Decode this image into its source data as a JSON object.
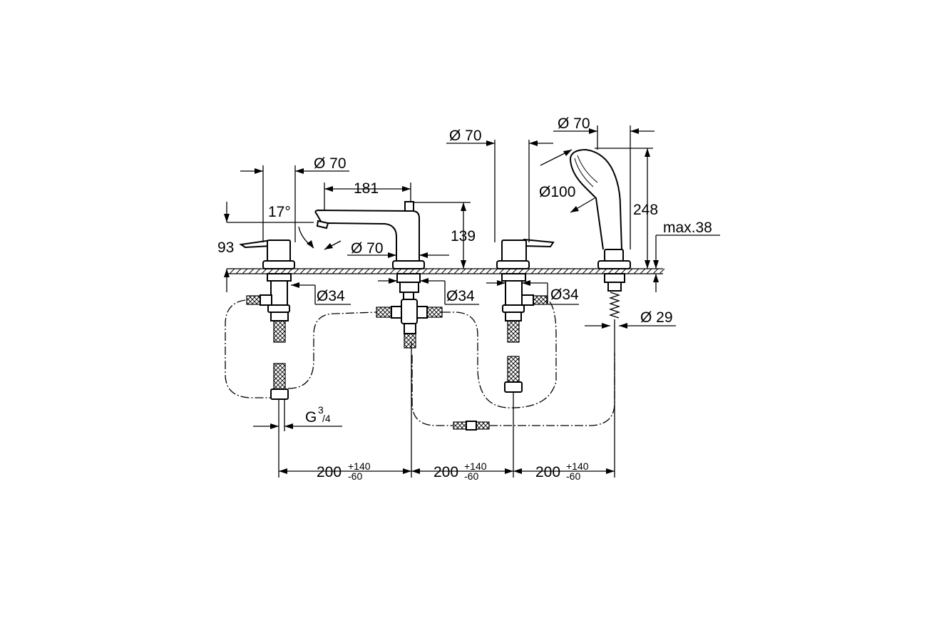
{
  "labels": {
    "d70_top": "Ø 70",
    "d70_center": "Ø 70",
    "d70_spout": "Ø 70",
    "d70_base": "Ø 70",
    "d100": "Ø100",
    "d34_left": "Ø34",
    "d34_center": "Ø34",
    "d34_right": "Ø34",
    "d29": "Ø 29",
    "len181": "181",
    "h139": "139",
    "h248": "248",
    "h93": "93",
    "angle17": "17°",
    "max38": "max.38",
    "thread_g": "G",
    "thread_sup": "3",
    "thread_sub": "/4",
    "spacing_value": "200",
    "spacing_plus": "+140",
    "spacing_minus": "-60"
  },
  "colors": {
    "line": "#000000",
    "background": "#ffffff"
  }
}
